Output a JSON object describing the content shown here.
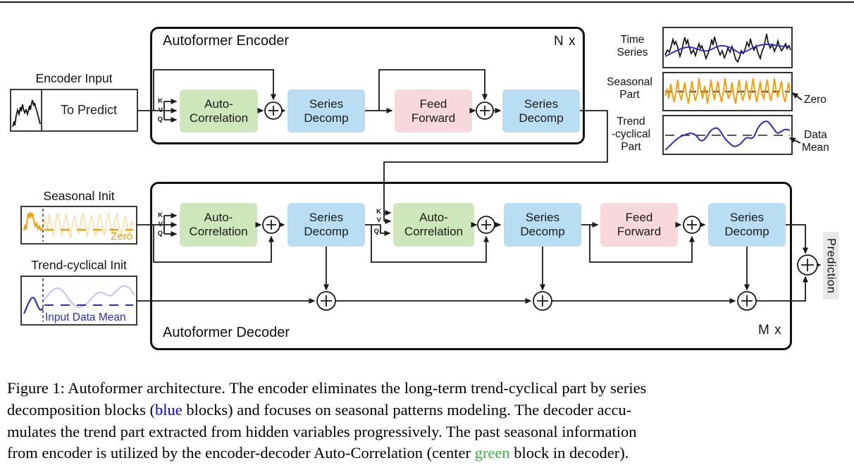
{
  "colors": {
    "auto_correlation_block": "#cee7ba",
    "series_decomp_block": "#b9def3",
    "feed_forward_block": "#f8d8dd",
    "prediction_background": "#e8e8e8",
    "seasonal_curve": "#f79c00",
    "trend_curve": "#2828cc",
    "caption_blue_word": "#0000ee",
    "caption_green_word": "#3bb143"
  },
  "ports": {
    "k": "K",
    "v": "V",
    "q": "Q"
  },
  "blocks": {
    "auto_correlation": [
      "Auto-",
      "Correlation"
    ],
    "series_decomp": [
      "Series",
      "Decomp"
    ],
    "feed_forward": [
      "Feed",
      "Forward"
    ]
  },
  "labels": {
    "encoder_input": "Encoder Input",
    "to_predict": "To Predict",
    "encoder_title": "Autoformer Encoder",
    "encoder_repeat": "N x",
    "decoder_title": "Autoformer Decoder",
    "decoder_repeat": "M x",
    "seasonal_init": "Seasonal Init",
    "seasonal_init_zero": "Zero",
    "trend_init": "Trend-cyclical Init",
    "trend_init_mean": "Input Data Mean",
    "prediction": "Prediction",
    "time_series": [
      "Time",
      "Series"
    ],
    "seasonal_part": [
      "Seasonal",
      "Part"
    ],
    "trend_part": [
      "Trend",
      "-cyclical",
      "Part"
    ],
    "zero_annotation": "Zero",
    "data_mean_annotation": [
      "Data",
      "Mean"
    ]
  },
  "caption": {
    "line1": "Figure 1: Autoformer architecture. The encoder eliminates the long-term trend-cyclical part by series",
    "line2_pre": "decomposition blocks (",
    "line2_colored": "blue",
    "line2_post": " blocks) and focuses on seasonal patterns modeling. The decoder accu-",
    "line3": "mulates the trend part extracted from hidden variables progressively. The past seasonal information",
    "line4_pre": "from encoder is utilized by the encoder-decoder Auto-Correlation (center ",
    "line4_colored": "green",
    "line4_post": " block in decoder)."
  }
}
